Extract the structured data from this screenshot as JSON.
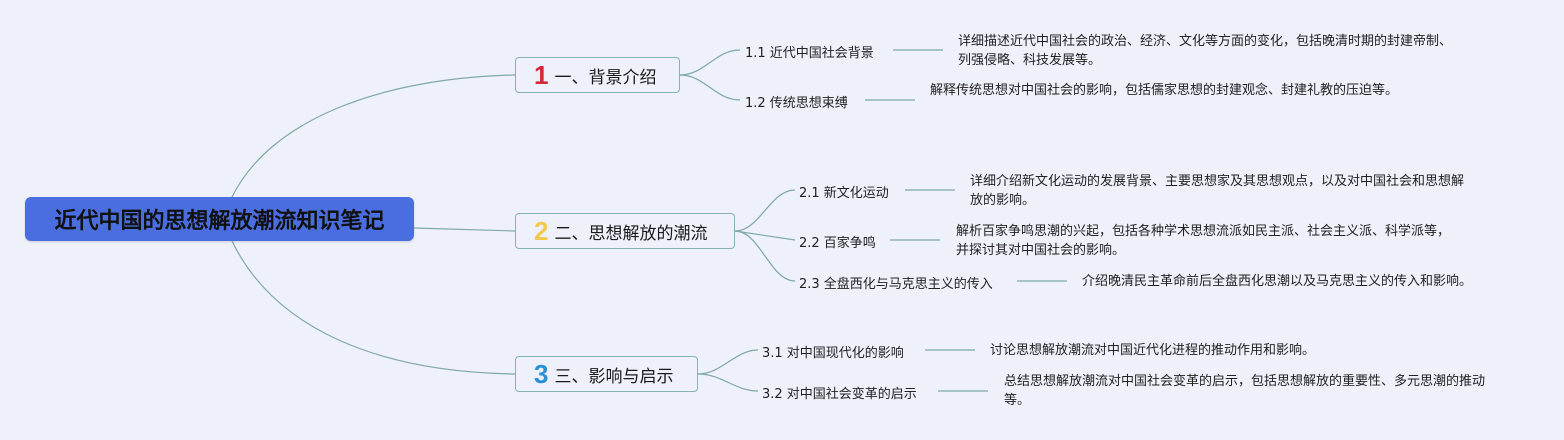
{
  "root": {
    "title": "近代中国的思想解放潮流知识笔记"
  },
  "sections": [
    {
      "num": "1",
      "num_color": "#d3283a",
      "label": "一、背景介绍",
      "topics": [
        {
          "label": "1.1 近代中国社会背景",
          "detail": "详细描述近代中国社会的政治、经济、文化等方面的变化，包括晚清时期的封建帝制、列强侵略、科技发展等。"
        },
        {
          "label": "1.2 传统思想束缚",
          "detail": "解释传统思想对中国社会的影响，包括儒家思想的封建观念、封建礼教的压迫等。"
        }
      ]
    },
    {
      "num": "2",
      "num_color": "#f2c94c",
      "label": "二、思想解放的潮流",
      "topics": [
        {
          "label": "2.1 新文化运动",
          "detail": "详细介绍新文化运动的发展背景、主要思想家及其思想观点，以及对中国社会和思想解放的影响。"
        },
        {
          "label": "2.2 百家争鸣",
          "detail": "解析百家争鸣思潮的兴起，包括各种学术思想流派如民主派、社会主义派、科学派等，并探讨其对中国社会的影响。"
        },
        {
          "label": "2.3 全盘西化与马克思主义的传入",
          "detail": "介绍晚清民主革命前后全盘西化思潮以及马克思主义的传入和影响。"
        }
      ]
    },
    {
      "num": "3",
      "num_color": "#2b8fd6",
      "label": "三、影响与启示",
      "topics": [
        {
          "label": "3.1 对中国现代化的影响",
          "detail": "讨论思想解放潮流对中国近代化进程的推动作用和影响。"
        },
        {
          "label": "3.2 对中国社会变革的启示",
          "detail": "总结思想解放潮流对中国社会变革的启示，包括思想解放的重要性、多元思潮的推动等。"
        }
      ]
    }
  ]
}
